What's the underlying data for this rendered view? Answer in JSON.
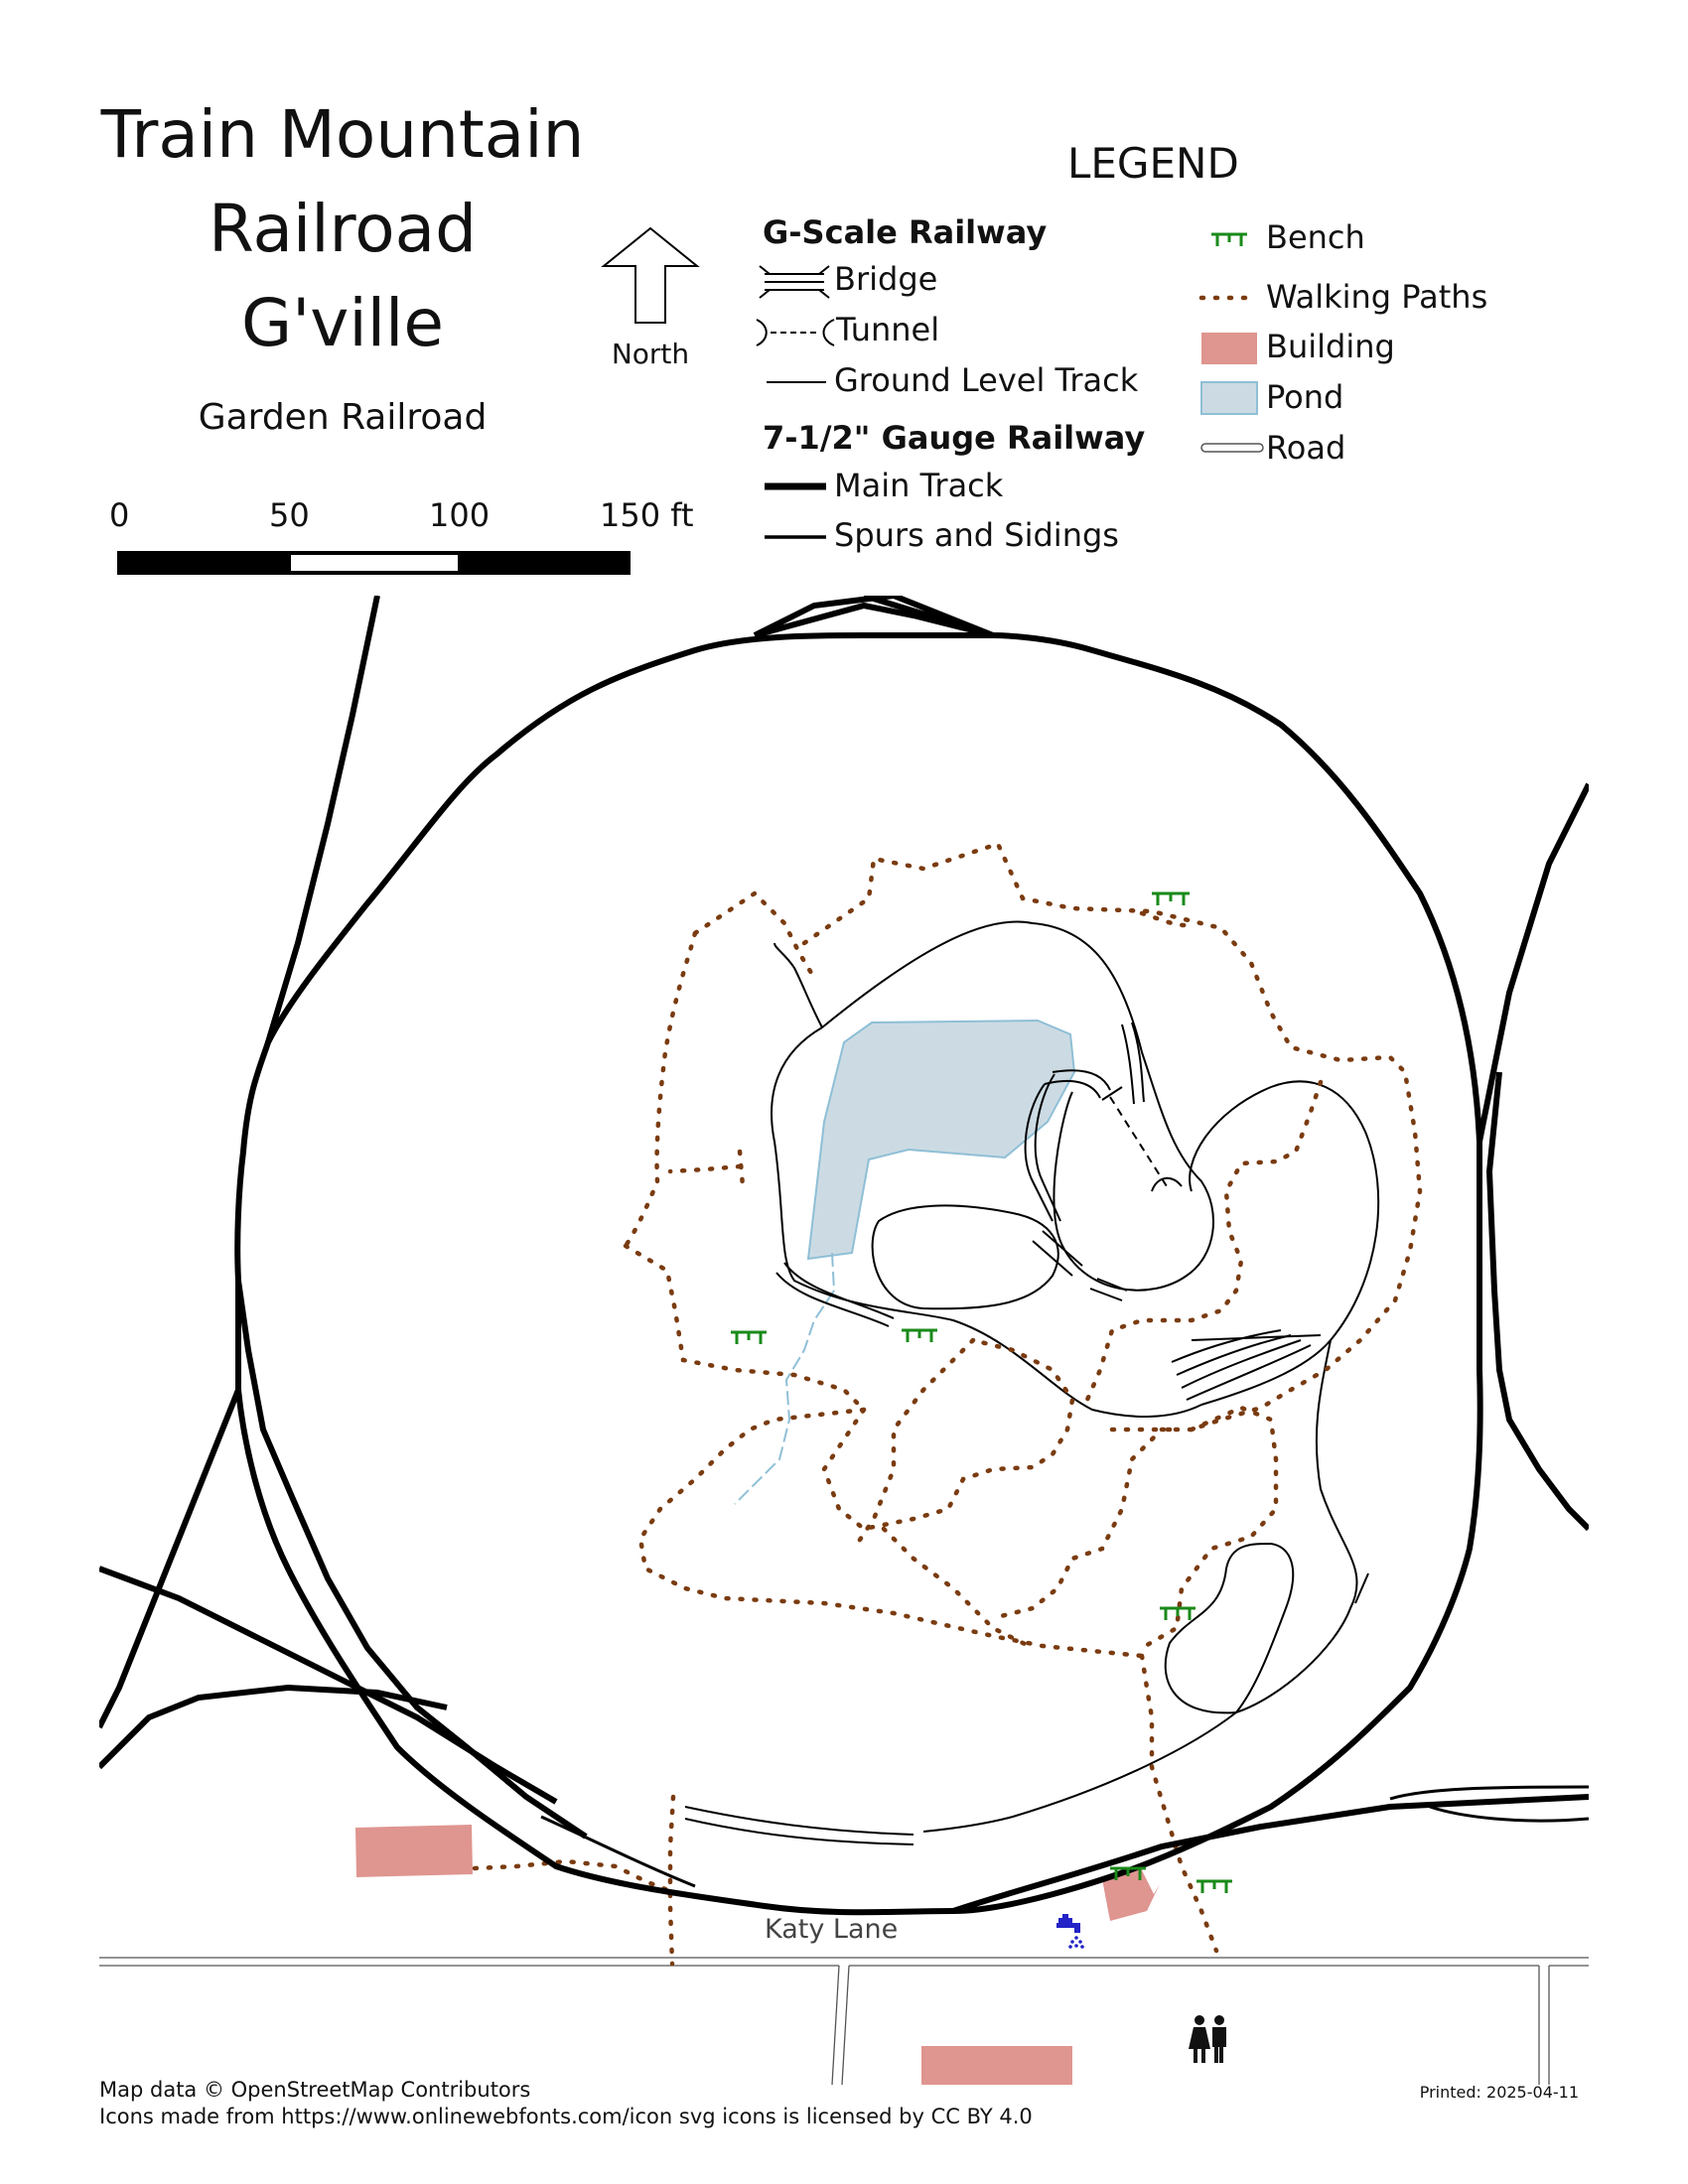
{
  "title": {
    "line1": "Train Mountain",
    "line2": "Railroad",
    "line3": "G'ville",
    "subtitle": "Garden Railroad"
  },
  "scale_bar": {
    "labels": [
      "0",
      "50",
      "100",
      "150 ft"
    ]
  },
  "north_arrow": {
    "label": "North",
    "icon": "north-arrow-icon"
  },
  "legend": {
    "title": "LEGEND",
    "g_scale_heading": "G-Scale Railway",
    "bridge": "Bridge",
    "tunnel": "Tunnel",
    "ground_track": "Ground Level Track",
    "gauge_heading": "7-1/2\" Gauge Railway",
    "main_track": "Main Track",
    "spurs": "Spurs and Sidings",
    "bench": "Bench",
    "walking_paths": "Walking Paths",
    "building": "Building",
    "pond": "Pond",
    "road": "Road"
  },
  "map": {
    "road_label": "Katy Lane",
    "icons": [
      "bench-icon",
      "water-tap-icon",
      "restroom-icon"
    ]
  },
  "colors": {
    "main_track": "#000000",
    "path": "#7a3b10",
    "building": "#df9590",
    "pond": "#ccdbe3",
    "pond_stroke": "#8fbfd6",
    "bench": "#1a8a1a",
    "tap": "#2323c8"
  },
  "footer": {
    "credit": "Map data © OpenStreetMap Contributors",
    "icons_credit": "Icons made from https://www.onlinewebfonts.com/icon svg icons is licensed by CC BY 4.0",
    "printed": "Printed: 2025-04-11"
  }
}
